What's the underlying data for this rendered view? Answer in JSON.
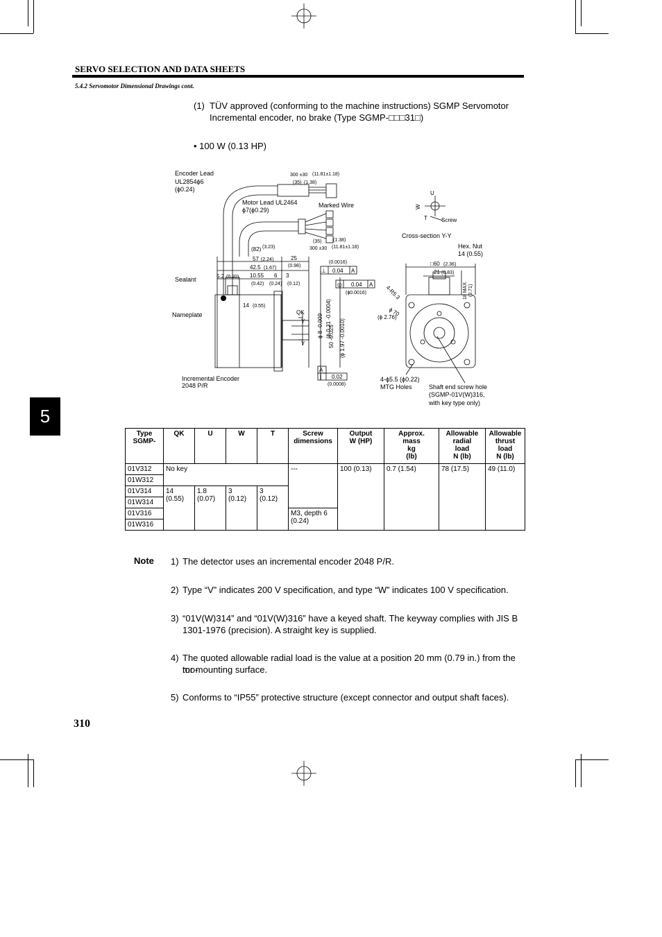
{
  "header": {
    "section_title": "SERVO SELECTION AND DATA SHEETS",
    "subsection": "5.4.2 Servomotor Dimensional Drawings cont."
  },
  "chapter_tab": "5",
  "intro": {
    "item_number": "(1)",
    "line1": "TÜV approved (conforming to the machine instructions) SGMP Servomotor",
    "line2": "Incremental encoder, no brake (Type SGMP-□□□31□)",
    "power": "• 100 W (0.13 HP)"
  },
  "drawing": {
    "encoder_lead": "Encoder Lead",
    "encoder_lead_ul": "UL2854ϕ6",
    "encoder_lead_dia": "(ϕ0.24)",
    "dim_300_top": "300 ±30",
    "dim_300_top_in": "(11.81±1.18)",
    "dim_35_top": "(35)",
    "dim_35_top_in": "(1.38)",
    "motor_lead": "Motor Lead UL2464",
    "motor_lead_dia": "ϕ7(ϕ0.29)",
    "marked_wire": "Marked Wire",
    "dim_35_bot": "(35)",
    "dim_35_bot_in": "(1.38)",
    "dim_300_bot": "300 ±30",
    "dim_300_bot_in": "(11.81±1.18)",
    "dim_82": "(82)",
    "dim_82_in": "(3.23)",
    "dim_57": "57",
    "dim_57_in": "(2.24)",
    "dim_25": "25",
    "dim_25_in": "(0.98)",
    "dim_42_5": "42.5",
    "dim_42_5_in": "(1.67)",
    "dim_5_2": "5.2",
    "dim_5_2_in": "(0.20)",
    "dim_10_55": "10.55",
    "dim_10_55_in": "(0.42)",
    "dim_6": "6",
    "dim_6_in": "(0.24)",
    "dim_3": "3",
    "dim_3_in": "(0.12)",
    "dim_14": "14",
    "dim_14_in": "(0.55)",
    "tol_0016": "(0.0016)",
    "tol_004": "0.04",
    "datum_a": "A",
    "tol_004b": "0.04",
    "tol_0016b": "(ϕ0.0016)",
    "shaft_dia": "ϕ 8 -0.009",
    "shaft_dia_in": "(ϕ 0.31 -0.0004)",
    "flange_dia": "50 -0.025",
    "flange_dia_in": "(ϕ 1.97 -0.0010)",
    "tol_002": "0.02",
    "tol_002_in": "(0.0008)",
    "qk": "QK",
    "y_label": "Y",
    "sealant": "Sealant",
    "nameplate": "Nameplate",
    "encoder_label": "Incremental Encoder",
    "encoder_ppr": "2048 P/R",
    "cross_section": "Cross-section Y-Y",
    "u_label": "U",
    "w_label": "W",
    "t_label": "T",
    "screw": "Screw",
    "hex_nut": "Hex. Nut",
    "hex_nut_size": "14 (0.55)",
    "sq_60": "□60",
    "sq_60_in": "(2.36)",
    "dim_21": "21",
    "dim_21_in": "(0.83)",
    "dim_18max": "18 MAX.",
    "dim_18max_in": "(0.71)",
    "r5_3": "4-R5.3",
    "dia_70": "ϕ 70",
    "dia_70_in": "(ϕ 2.76)",
    "mtg_holes": "4-ϕ5.5 (ϕ0.22)",
    "mtg_holes_label": "MTG Holes",
    "shaft_screw": "Shaft end screw hole",
    "shaft_screw_type": "(SGMP-01V(W)316,",
    "shaft_screw_note": "with key type only)"
  },
  "table": {
    "headers": [
      "Type\nSGMP-",
      "QK",
      "U",
      "W",
      "T",
      "Screw\ndimensions",
      "Output\nW (HP)",
      "Approx.\nmass\nkg\n(lb)",
      "Allowable\nradial\nload\nN (lb)",
      "Allowable\nthrust load\nN (lb)"
    ],
    "types": [
      "01V312",
      "01W312",
      "01V314",
      "01W314",
      "01V316",
      "01W316"
    ],
    "no_key": "No key",
    "qk_keyed": "14\n(0.55)",
    "u_keyed": "1.8\n(0.07)",
    "w_keyed": "3\n(0.12)",
    "t_keyed": "3\n(0.12)",
    "screw_none": "---",
    "screw_m3": "M3, depth 6\n(0.24)",
    "output": "100 (0.13)",
    "mass": "0.7 (1.54)",
    "radial": "78 (17.5)",
    "thrust": "49 (11.0)"
  },
  "notes": {
    "label": "Note",
    "items": [
      {
        "n": "1)",
        "lines": [
          "The detector uses an incremental encoder 2048 P/R."
        ]
      },
      {
        "n": "2)",
        "lines": [
          "Type “V” indicates 200 V specification, and type “W” indicates 100 V specification."
        ]
      },
      {
        "n": "3)",
        "lines": [
          "“01V(W)314” and “01V(W)316” have a keyed shaft. The keyway complies with JIS B",
          "1301-1976 (precision). A straight key is supplied."
        ]
      },
      {
        "n": "4)",
        "lines": [
          "The quoted allowable radial load is the value at a position 20 mm (0.79 in.) from the mo-",
          "tor mounting surface."
        ]
      },
      {
        "n": "5)",
        "lines": [
          "Conforms to “IP55” protective structure (except connector and output shaft faces)."
        ]
      }
    ]
  },
  "page_number": "310"
}
